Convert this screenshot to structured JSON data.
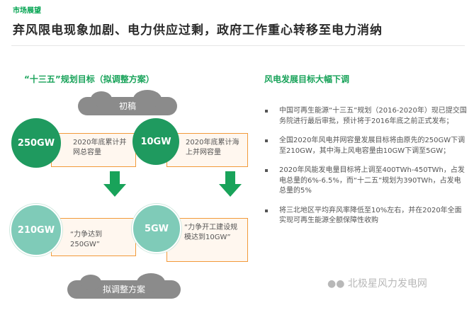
{
  "header": {
    "section_tag": "市场展望",
    "title": "弃风限电现象加剧、电力供应过剩，政府工作重心转移至电力消纳"
  },
  "left": {
    "subheading": "“十三五”规划目标（拟调整方案）",
    "draft_label": "初稿",
    "adjusted_label": "拟调整方案",
    "initial": [
      {
        "circle": "250GW",
        "box": "2020年底累计并网总容量"
      },
      {
        "circle": "10GW",
        "box": "2020年底累计海上并网容量"
      }
    ],
    "adjusted": [
      {
        "circle": "210GW",
        "box": "“力争达到250GW”"
      },
      {
        "circle": "5GW",
        "box": "“力争开工建设规模达到10GW”"
      }
    ]
  },
  "right": {
    "subheading": "风电发展目标大幅下调",
    "bullets": [
      "中国可再生能源“十三五”规划（2016-2020年）现已提交国务院进行最后审批，预计将于2016年底之前正式发布；",
      "全国2020年风电并网容量发展目标将由原先的250GW下调至210GW，其中海上风电容量由10GW下调至5GW；",
      "2020年风能发电量目标将上调至400TWh-450TWh，占发电总量的6%-6.5%，而“十二五”规划为390TWh，占发电总量的5%",
      "将三北地区平均弃风率降低至10%左右，并在2020年全面实现可再生能源全额保障性收购"
    ]
  },
  "watermark": "北极星风力发电网",
  "colors": {
    "accent_green": "#19a35a",
    "circle_dark": "#1f9a5f",
    "circle_light": "#7fcbb8",
    "box_border": "#f29a3a",
    "cloud": "#8b8b8b"
  }
}
